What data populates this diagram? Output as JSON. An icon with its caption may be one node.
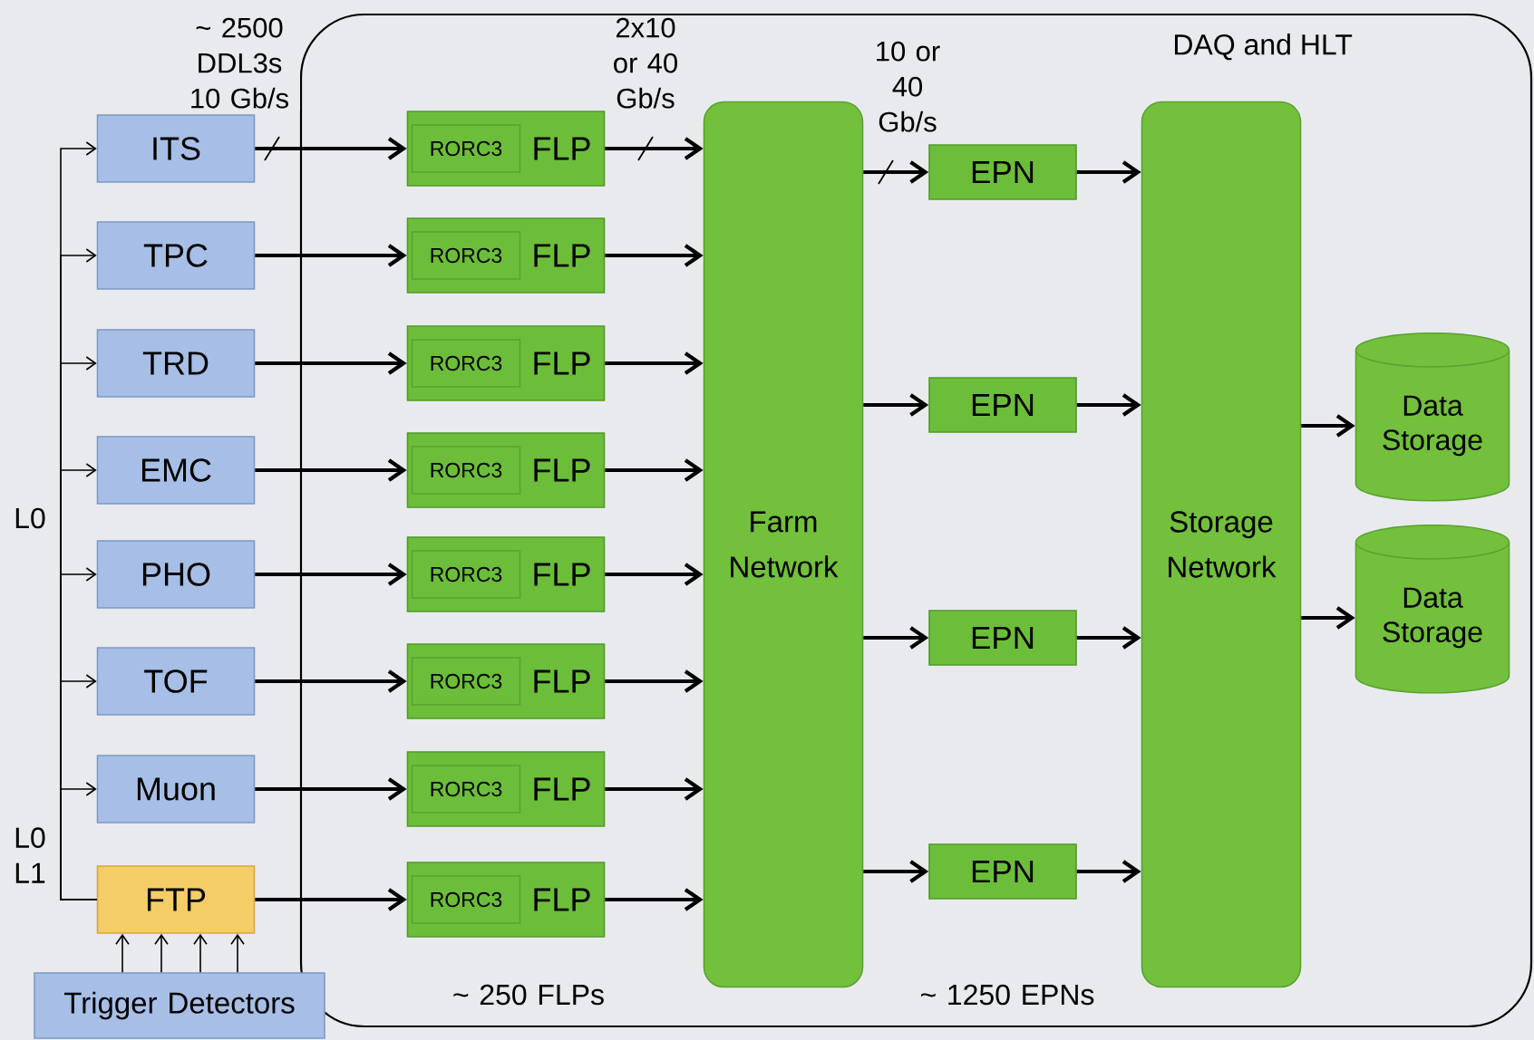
{
  "diagram": {
    "nodes": [
      {
        "text": [
          "DAQ and HLT"
        ]
      },
      {
        "text": [
          "ITS"
        ]
      },
      {
        "text": [
          "TPC"
        ]
      },
      {
        "text": [
          "TRD"
        ]
      },
      {
        "text": [
          "EMC"
        ]
      },
      {
        "text": [
          "PHO"
        ]
      },
      {
        "text": [
          "TOF"
        ]
      },
      {
        "text": [
          "Muon"
        ]
      },
      {
        "text": [
          "FTP"
        ]
      },
      {
        "text": [
          "FLP"
        ],
        "in": 0
      },
      {
        "text": [
          "RORC3"
        ],
        "in": 9
      },
      {
        "text": [
          "FLP"
        ],
        "in": 0
      },
      {
        "text": [
          "RORC3"
        ],
        "in": 11
      },
      {
        "text": [
          "FLP"
        ],
        "in": 0
      },
      {
        "text": [
          "RORC3"
        ],
        "in": 13
      },
      {
        "text": [
          "FLP"
        ],
        "in": 0
      },
      {
        "text": [
          "RORC3"
        ],
        "in": 15
      },
      {
        "text": [
          "FLP"
        ],
        "in": 0
      },
      {
        "text": [
          "RORC3"
        ],
        "in": 17
      },
      {
        "text": [
          "FLP"
        ],
        "in": 0
      },
      {
        "text": [
          "RORC3"
        ],
        "in": 19
      },
      {
        "text": [
          "FLP"
        ],
        "in": 0
      },
      {
        "text": [
          "RORC3"
        ],
        "in": 21
      },
      {
        "text": [
          "FLP"
        ],
        "in": 0
      },
      {
        "text": [
          "RORC3"
        ],
        "in": 23
      },
      {
        "text": [
          "Farm Network"
        ],
        "in": 0
      },
      {
        "text": [
          "EPN"
        ],
        "in": 0
      },
      {
        "text": [
          "EPN"
        ],
        "in": 0
      },
      {
        "text": [
          "EPN"
        ],
        "in": 0
      },
      {
        "text": [
          "EPN"
        ],
        "in": 0
      },
      {
        "text": [
          "Storage Network"
        ],
        "in": 0
      },
      {
        "text": [
          "Data Storage"
        ],
        "in": 0
      },
      {
        "text": [
          "Data Storage"
        ],
        "in": 0
      },
      {
        "text": [
          "Trigger Detectors"
        ]
      }
    ],
    "edges": [
      {
        "from": 33,
        "to": 8,
        "arrow": "to"
      },
      {
        "from": 33,
        "to": 8,
        "arrow": "to"
      },
      {
        "from": 33,
        "to": 8,
        "arrow": "to"
      },
      {
        "from": 33,
        "to": 8,
        "arrow": "to"
      },
      {
        "from": 8,
        "to": 1,
        "arrow": "to"
      },
      {
        "from": 8,
        "to": 2,
        "arrow": "to"
      },
      {
        "from": 8,
        "to": 3,
        "arrow": "to"
      },
      {
        "from": 8,
        "to": 4,
        "arrow": "to"
      },
      {
        "from": 8,
        "to": 5,
        "arrow": "to"
      },
      {
        "from": 8,
        "to": 6,
        "arrow": "to"
      },
      {
        "from": 8,
        "to": 7,
        "arrow": "to"
      },
      {
        "from": 1,
        "to": 9,
        "arrow": "to",
        "label": "~ 2500 DDL3s 10 Gb/s"
      },
      {
        "from": 2,
        "to": 11,
        "arrow": "to"
      },
      {
        "from": 3,
        "to": 13,
        "arrow": "to"
      },
      {
        "from": 4,
        "to": 15,
        "arrow": "to"
      },
      {
        "from": 5,
        "to": 17,
        "arrow": "to"
      },
      {
        "from": 6,
        "to": 19,
        "arrow": "to"
      },
      {
        "from": 7,
        "to": 21,
        "arrow": "to"
      },
      {
        "from": 8,
        "to": 23,
        "arrow": "to"
      },
      {
        "from": 9,
        "to": 25,
        "arrow": "to",
        "label": "2x10 or 40 Gb/s"
      },
      {
        "from": 11,
        "to": 25,
        "arrow": "to"
      },
      {
        "from": 13,
        "to": 25,
        "arrow": "to"
      },
      {
        "from": 15,
        "to": 25,
        "arrow": "to"
      },
      {
        "from": 17,
        "to": 25,
        "arrow": "to"
      },
      {
        "from": 19,
        "to": 25,
        "arrow": "to"
      },
      {
        "from": 21,
        "to": 25,
        "arrow": "to"
      },
      {
        "from": 23,
        "to": 25,
        "arrow": "to"
      },
      {
        "from": 25,
        "to": 26,
        "arrow": "to",
        "label": "10 or 40 Gb/s"
      },
      {
        "from": 25,
        "to": 27,
        "arrow": "to"
      },
      {
        "from": 25,
        "to": 28,
        "arrow": "to"
      },
      {
        "from": 25,
        "to": 29,
        "arrow": "to"
      },
      {
        "from": 26,
        "to": 30,
        "arrow": "to"
      },
      {
        "from": 27,
        "to": 30,
        "arrow": "to"
      },
      {
        "from": 28,
        "to": 30,
        "arrow": "to"
      },
      {
        "from": 29,
        "to": 30,
        "arrow": "to"
      },
      {
        "from": 30,
        "to": 31,
        "arrow": "to"
      },
      {
        "from": 30,
        "to": 32,
        "arrow": "to"
      }
    ],
    "labels": [
      "L0",
      "L0 L1",
      "~ 250 FLPs",
      "~ 1250 EPNs"
    ]
  }
}
